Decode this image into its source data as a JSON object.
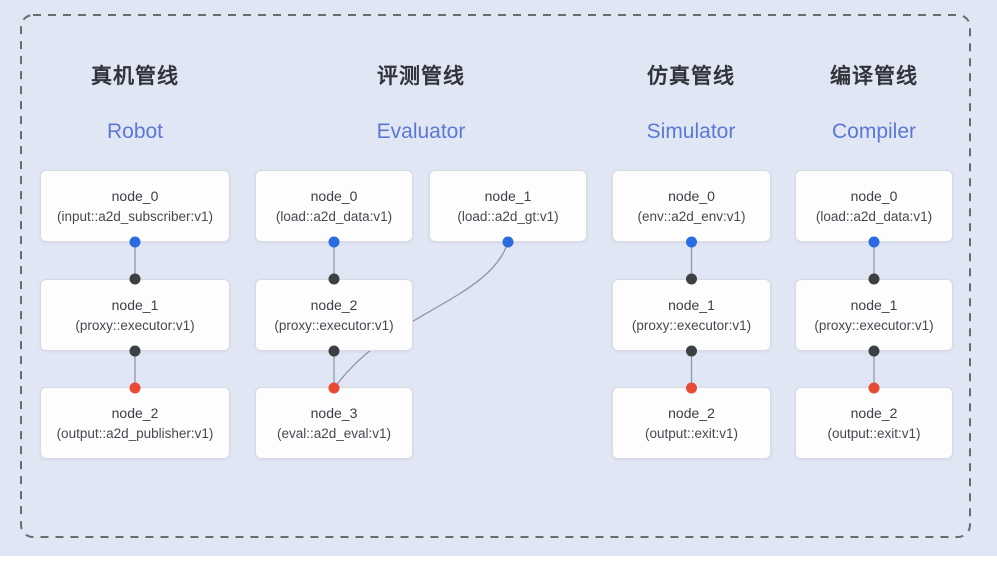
{
  "colors": {
    "panel_bg": "#e1e6f4",
    "outer_border": "#6b6b6b",
    "node_bg": "#fdfdfe",
    "node_border": "#d8dae1",
    "node_text": "#3d4046",
    "node_subtext": "#46494f",
    "title_zh": "#32343c",
    "title_en": "#5b78d4",
    "edge": "#8f96a6",
    "handle_source": "#2a6be0",
    "handle_mid": "#3c4043",
    "handle_target": "#e84b35"
  },
  "pipelines": [
    {
      "id": "robot",
      "title_zh": "真机管线",
      "title_en": "Robot",
      "nodes": [
        {
          "name": "node_0",
          "type": "(input::a2d_subscriber:v1)"
        },
        {
          "name": "node_1",
          "type": "(proxy::executor:v1)"
        },
        {
          "name": "node_2",
          "type": "(output::a2d_publisher:v1)"
        }
      ]
    },
    {
      "id": "evaluator",
      "title_zh": "评测管线",
      "title_en": "Evaluator",
      "nodes": [
        {
          "name": "node_0",
          "type": "(load::a2d_data:v1)"
        },
        {
          "name": "node_1",
          "type": "(load::a2d_gt:v1)"
        },
        {
          "name": "node_2",
          "type": "(proxy::executor:v1)"
        },
        {
          "name": "node_3",
          "type": "(eval::a2d_eval:v1)"
        }
      ]
    },
    {
      "id": "simulator",
      "title_zh": "仿真管线",
      "title_en": "Simulator",
      "nodes": [
        {
          "name": "node_0",
          "type": "(env::a2d_env:v1)"
        },
        {
          "name": "node_1",
          "type": "(proxy::executor:v1)"
        },
        {
          "name": "node_2",
          "type": "(output::exit:v1)"
        }
      ]
    },
    {
      "id": "compiler",
      "title_zh": "编译管线",
      "title_en": "Compiler",
      "nodes": [
        {
          "name": "node_0",
          "type": "(load::a2d_data:v1)"
        },
        {
          "name": "node_1",
          "type": "(proxy::executor:v1)"
        },
        {
          "name": "node_2",
          "type": "(output::exit:v1)"
        }
      ]
    }
  ]
}
